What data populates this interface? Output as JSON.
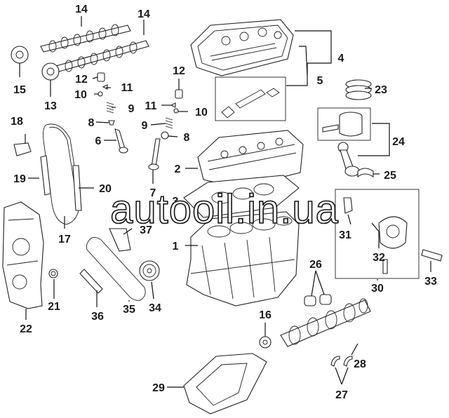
{
  "watermark": "autooil.in.ua",
  "callouts": {
    "c1": "1",
    "c2": "2",
    "c3": "3",
    "c4": "4",
    "c5": "5",
    "c6": "6",
    "c7": "7",
    "c8a": "8",
    "c8b": "8",
    "c9a": "9",
    "c9b": "9",
    "c10a": "10",
    "c10b": "10",
    "c11a": "11",
    "c11b": "11",
    "c12a": "12",
    "c12b": "12",
    "c13": "13",
    "c14a": "14",
    "c14b": "14",
    "c15": "15",
    "c16": "16",
    "c17": "17",
    "c18": "18",
    "c19": "19",
    "c20": "20",
    "c21": "21",
    "c22": "22",
    "c23": "23",
    "c24": "24",
    "c25": "25",
    "c26": "26",
    "c27": "27",
    "c28": "28",
    "c29": "29",
    "c30": "30",
    "c31": "31",
    "c32": "32",
    "c33": "33",
    "c34": "34",
    "c35": "35",
    "c36": "36",
    "c37": "37"
  }
}
